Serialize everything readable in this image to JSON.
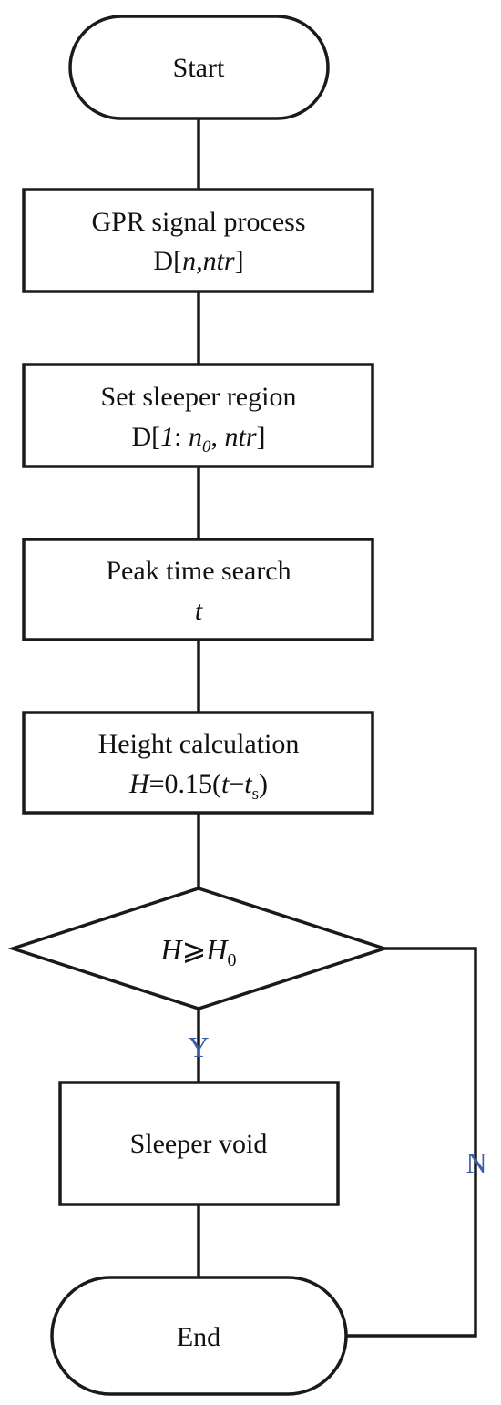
{
  "start": {
    "label": "Start"
  },
  "step1": {
    "title": "GPR signal process",
    "formula_prefix": "D[",
    "formula_var": "n,ntr",
    "formula_suffix": "]"
  },
  "step2": {
    "title": "Set sleeper region",
    "f_prefix": "D[",
    "f_one": "1",
    "f_colon": ": ",
    "f_n": "n",
    "f_sub": "0",
    "f_comma": ", ",
    "f_ntr": "ntr",
    "f_suffix": "]"
  },
  "step3": {
    "title": "Peak time search",
    "formula": "t"
  },
  "step4": {
    "title": "Height calculation",
    "f_H": "H",
    "f_eq": "=0.15(",
    "f_t": "t",
    "f_minus": "−",
    "f_ts": "t",
    "f_sub": "s",
    "f_close": ")"
  },
  "decision": {
    "lhs": "H",
    "op": "⩾",
    "rhs": "H",
    "rhs_sub": "0"
  },
  "branch_yes": {
    "label": "Y"
  },
  "branch_no": {
    "label": "N"
  },
  "step5": {
    "title": "Sleeper void"
  },
  "end": {
    "label": "End"
  },
  "colors": {
    "branch_label": "#3a5ea8",
    "stroke": "#1a1a1a"
  }
}
